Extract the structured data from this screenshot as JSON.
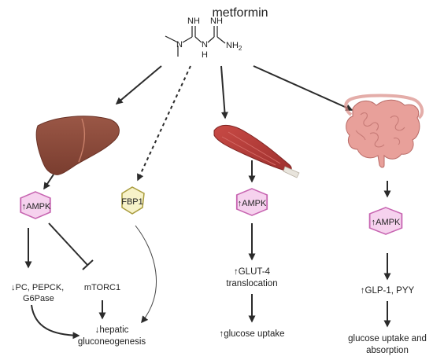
{
  "title": "metformin",
  "molecule": {
    "nh_left": "NH",
    "nh_right": "NH",
    "n_atom": "N",
    "nh_bridge": "N",
    "nh_bridge_h": "H",
    "nh2": "NH",
    "nh2_sub": "2"
  },
  "nodes": {
    "ampk_liver": "↑AMPK",
    "fbp1": "FBP1",
    "ampk_muscle": "↑AMPK",
    "ampk_gut": "↑AMPK"
  },
  "texts": {
    "liver_enzymes_1": "↓PC, PEPCK,",
    "liver_enzymes_2": "G6Pase",
    "mtorc1": "mTORC1",
    "hepatic_1": "↓hepatic",
    "hepatic_2": "gluconeogenesis",
    "glut4_1": "↑GLUT-4",
    "glut4_2": "translocation",
    "glucose_uptake": "↑glucose uptake",
    "glp1": "↑GLP-1, PYY",
    "absorption_1": "glucose uptake and",
    "absorption_2": "absorption"
  },
  "colors": {
    "ampk_fill": "#f6d2ee",
    "ampk_stroke": "#c765b1",
    "fbp1_fill": "#f7f2c9",
    "fbp1_stroke": "#a89b3c",
    "liver": "#8c4a3a",
    "muscle": "#b83f3c",
    "gut": "#e8a09a",
    "arrow": "#2b2b2b"
  }
}
